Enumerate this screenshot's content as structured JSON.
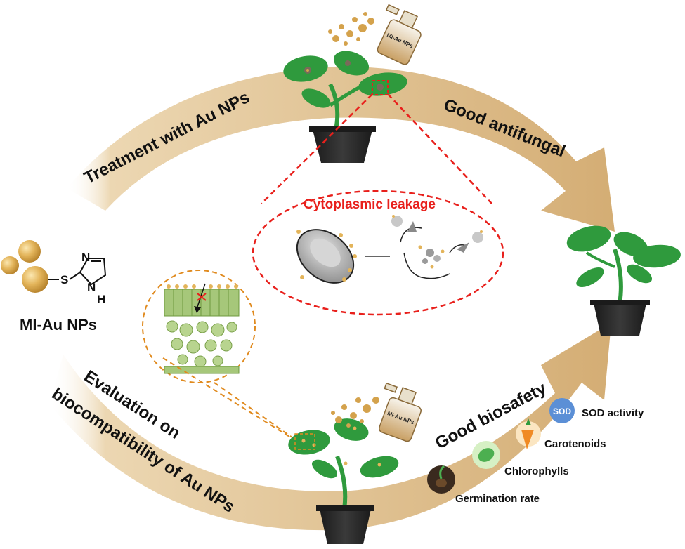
{
  "arrows": {
    "treatment": "Treatment with Au NPs",
    "antifungal": "Good antifungal",
    "evaluation_line1": "Evaluation on",
    "evaluation_line2": "biocompatibility of Au NPs",
    "biosafety": "Good biosafety"
  },
  "molecule": {
    "caption": "MI-Au NPs",
    "atom_s": "S",
    "atom_n": "N",
    "atom_nh_n": "N",
    "atom_nh_h": "H"
  },
  "spray_bottle": {
    "label_top": "MI-Au NPs",
    "label_bottom": "MI-Au NPs"
  },
  "mechanism": {
    "title": "Cytoplasmic leakage"
  },
  "biosafety_indicators": {
    "sod_badge": "SOD",
    "sod": "SOD activity",
    "carotenoids": "Carotenoids",
    "chlorophylls": "Chlorophylls",
    "germination": "Germination rate"
  },
  "colors": {
    "arrow_tan": "#d9b98a",
    "plant_green": "#2f9a3d",
    "leakage_red": "#e8201c",
    "dashed_orange": "#e08a1e",
    "nanoparticle_gold": "#d4a24c"
  }
}
